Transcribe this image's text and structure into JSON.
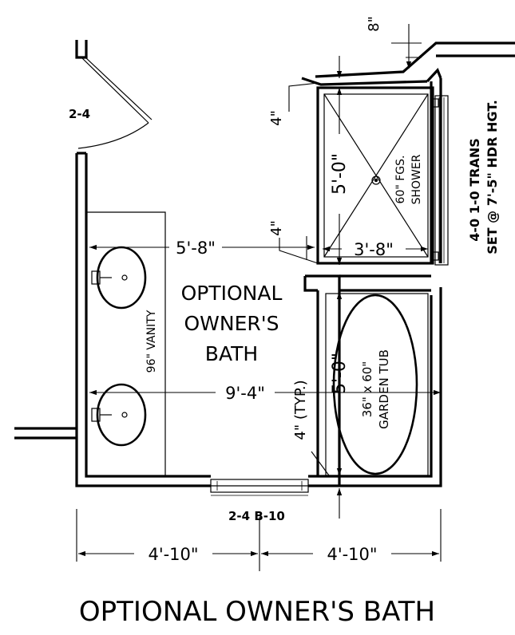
{
  "labels": {
    "room_name": "OPTIONAL OWNER'S BATH",
    "room_line1": "OPTIONAL",
    "room_line2": "OWNER'S",
    "room_line3": "BATH",
    "door_top": "2-4",
    "door_bottom": "2-4 B-10",
    "shower_line1": "60\" FGS.",
    "shower_line2": "SHOWER",
    "tub_line1": "36\" x 60\"",
    "tub_line2": "GARDEN TUB",
    "vanity": "96\" VANITY",
    "window_line1": "4-0 1-0 TRANS",
    "window_line2": "SET @ 7'-5\" HDR HGT."
  },
  "dimensions": {
    "top_offset": "8\"",
    "shower_wall": "4\"",
    "shower_depth": "5'-0\"",
    "vanity_to_shower": "5'-8\"",
    "partition": "4\"",
    "shower_width": "3'-8\"",
    "overall_width": "9'-4\"",
    "tub_depth": "5'-0\"",
    "typ_wall": "4\" (TYP.)",
    "left_half": "4'-10\"",
    "right_half": "4'-10\""
  }
}
